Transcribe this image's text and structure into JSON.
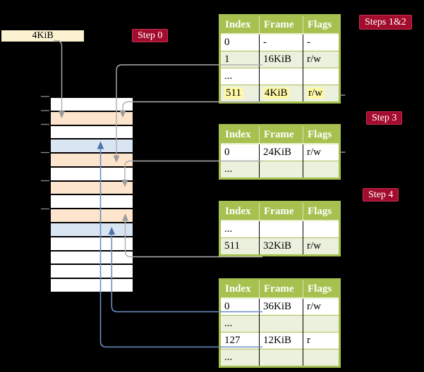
{
  "page_size_box": {
    "label": "4KiB"
  },
  "badges": {
    "step0": "Step 0",
    "steps12": "Steps 1&2",
    "step3": "Step 3",
    "step4": "Step 4"
  },
  "table_headers": [
    "Index",
    "Frame",
    "Flags"
  ],
  "tables": {
    "steps12": {
      "rows": [
        [
          "0",
          "-",
          "-"
        ],
        [
          "1",
          "16KiB",
          "r/w"
        ],
        [
          "...",
          "",
          ""
        ],
        [
          "511",
          "4KiB",
          "r/w"
        ]
      ],
      "highlighted_row": "511 | 4KiB | r/w"
    },
    "step3": {
      "rows": [
        [
          "0",
          "24KiB",
          "r/w"
        ],
        [
          "...",
          "",
          ""
        ]
      ]
    },
    "step4_upper": {
      "rows": [
        [
          "...",
          "",
          ""
        ],
        [
          "511",
          "32KiB",
          "r/w"
        ]
      ]
    },
    "step4_lower": {
      "rows": [
        [
          "0",
          "36KiB",
          "r/w"
        ],
        [
          "...",
          "",
          ""
        ],
        [
          "127",
          "12KiB",
          "r"
        ],
        [
          "...",
          "",
          ""
        ]
      ]
    }
  },
  "memory_stack": {
    "row_colors": [
      "white",
      "peach",
      "white",
      "blue",
      "peach",
      "white",
      "peach",
      "white",
      "peach",
      "blue",
      "white",
      "white",
      "white",
      "white"
    ]
  },
  "colors": {
    "background": "#000000",
    "badge_bg": "#A30C2C",
    "badge_text": "#FFFFFF",
    "table_header_bg": "#A6C14F",
    "table_alt_row_bg": "#EBF1DC",
    "cell_highlight": "#FFF9A6",
    "page_size_box_bg": "#FBF2D2",
    "memory_peach": "#FCE5CC",
    "memory_blue": "#DAE5F4",
    "gray_connector": "#AEAEAE",
    "blue_connector": "#6C8EBF"
  }
}
